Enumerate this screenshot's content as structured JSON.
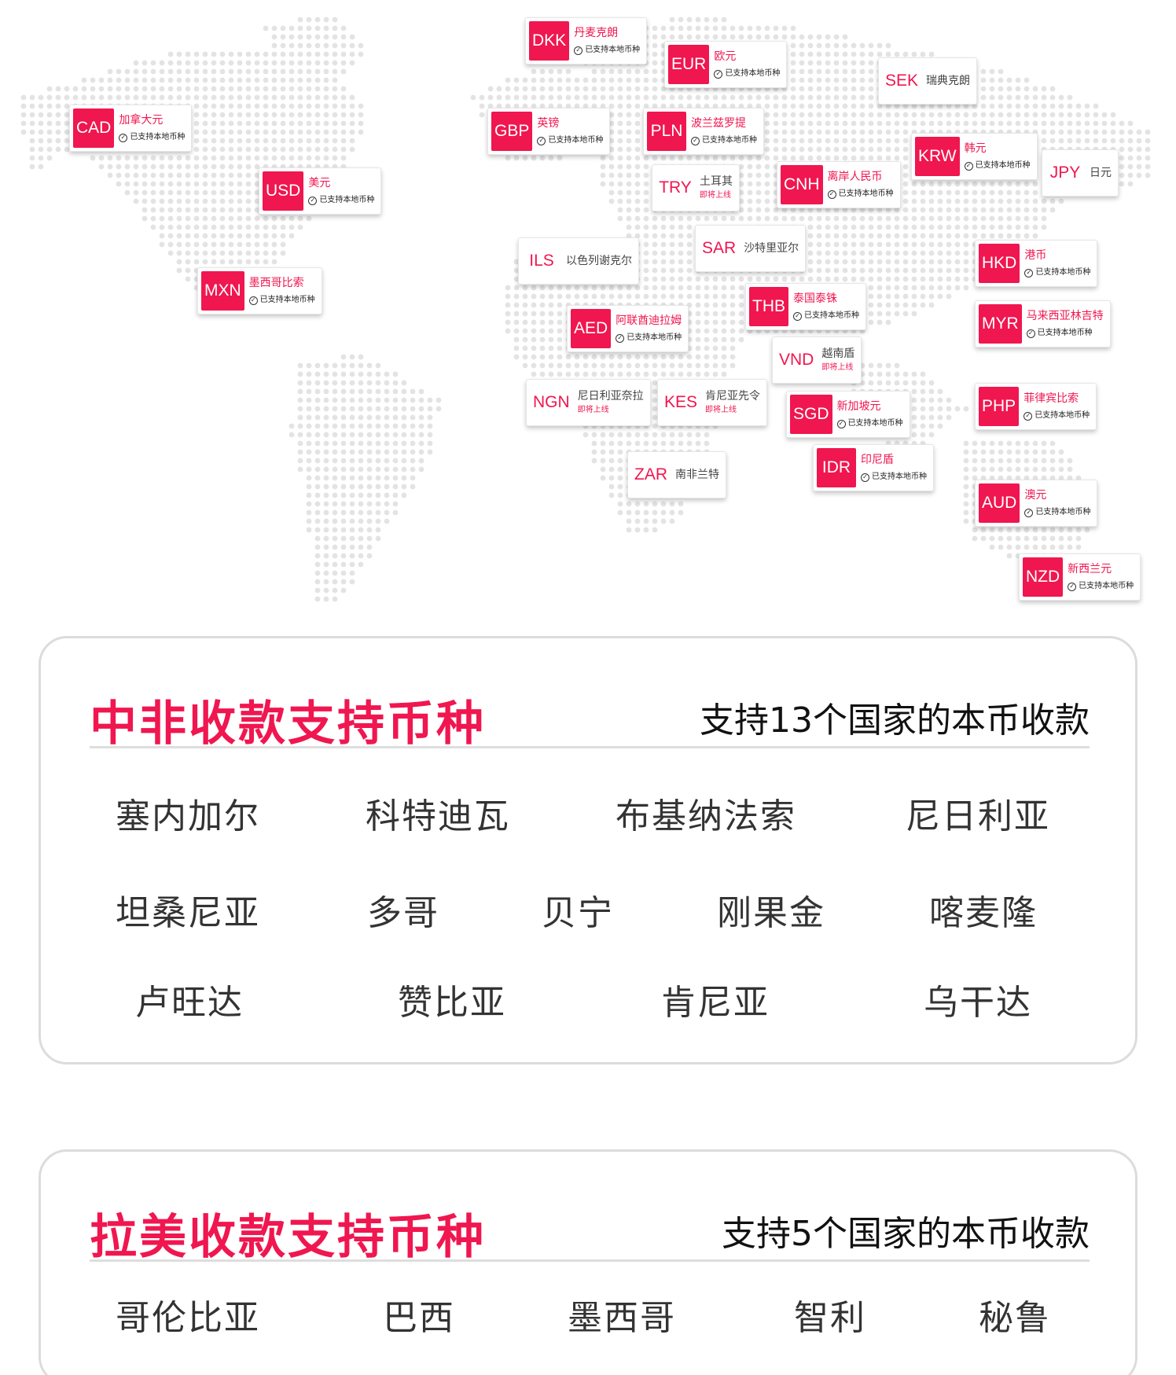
{
  "colors": {
    "accent": "#f0164f",
    "map_dot": "#e3e3e3",
    "panel_border": "#dcdcdc"
  },
  "currencies": [
    {
      "code": "DKK",
      "name": "丹麦克朗",
      "status": "已支持本地币种",
      "kind": "sup"
    },
    {
      "code": "EUR",
      "name": "欧元",
      "status": "已支持本地币种",
      "kind": "sup"
    },
    {
      "code": "SEK",
      "name": "瑞典克朗",
      "status": "",
      "kind": "plain"
    },
    {
      "code": "CAD",
      "name": "加拿大元",
      "status": "已支持本地币种",
      "kind": "sup"
    },
    {
      "code": "GBP",
      "name": "英镑",
      "status": "已支持本地币种",
      "kind": "sup"
    },
    {
      "code": "PLN",
      "name": "波兰兹罗提",
      "status": "已支持本地币种",
      "kind": "sup"
    },
    {
      "code": "KRW",
      "name": "韩元",
      "status": "已支持本地币种",
      "kind": "sup"
    },
    {
      "code": "USD",
      "name": "美元",
      "status": "已支持本地币种",
      "kind": "sup"
    },
    {
      "code": "TRY",
      "name": "土耳其",
      "status": "即将上线",
      "kind": "soon"
    },
    {
      "code": "CNH",
      "name": "离岸人民币",
      "status": "已支持本地币种",
      "kind": "sup"
    },
    {
      "code": "JPY",
      "name": "日元",
      "status": "",
      "kind": "plain"
    },
    {
      "code": "SAR",
      "name": "沙特里亚尔",
      "status": "",
      "kind": "plain"
    },
    {
      "code": "ILS",
      "name": "以色列谢克尔",
      "status": "",
      "kind": "plain"
    },
    {
      "code": "HKD",
      "name": "港币",
      "status": "已支持本地币种",
      "kind": "sup"
    },
    {
      "code": "MXN",
      "name": "墨西哥比索",
      "status": "已支持本地币种",
      "kind": "sup"
    },
    {
      "code": "THB",
      "name": "泰国泰铢",
      "status": "已支持本地币种",
      "kind": "sup"
    },
    {
      "code": "AED",
      "name": "阿联酋迪拉姆",
      "status": "已支持本地币种",
      "kind": "sup"
    },
    {
      "code": "MYR",
      "name": "马来西亚林吉特",
      "status": "已支持本地币种",
      "kind": "sup"
    },
    {
      "code": "VND",
      "name": "越南盾",
      "status": "即将上线",
      "kind": "soon"
    },
    {
      "code": "NGN",
      "name": "尼日利亚奈拉",
      "status": "即将上线",
      "kind": "soon"
    },
    {
      "code": "KES",
      "name": "肯尼亚先令",
      "status": "即将上线",
      "kind": "soon"
    },
    {
      "code": "SGD",
      "name": "新加坡元",
      "status": "已支持本地币种",
      "kind": "sup"
    },
    {
      "code": "PHP",
      "name": "菲律宾比索",
      "status": "已支持本地币种",
      "kind": "sup"
    },
    {
      "code": "IDR",
      "name": "印尼盾",
      "status": "已支持本地币种",
      "kind": "sup"
    },
    {
      "code": "ZAR",
      "name": "南非兰特",
      "status": "",
      "kind": "plain"
    },
    {
      "code": "AUD",
      "name": "澳元",
      "status": "已支持本地币种",
      "kind": "sup"
    },
    {
      "code": "NZD",
      "name": "新西兰元",
      "status": "已支持本地币种",
      "kind": "sup"
    }
  ],
  "africa": {
    "title": "中非收款支持币种",
    "subtitle": "支持13个国家的本币收款",
    "countries": [
      "塞内加尔",
      "科特迪瓦",
      "布基纳法索",
      "尼日利亚",
      "坦桑尼亚",
      "多哥",
      "贝宁",
      "刚果金",
      "喀麦隆",
      "卢旺达",
      "赞比亚",
      "肯尼亚",
      "乌干达"
    ]
  },
  "latam": {
    "title": "拉美收款支持币种",
    "subtitle": "支持5个国家的本币收款",
    "countries": [
      "哥伦比亚",
      "巴西",
      "墨西哥",
      "智利",
      "秘鲁"
    ]
  }
}
